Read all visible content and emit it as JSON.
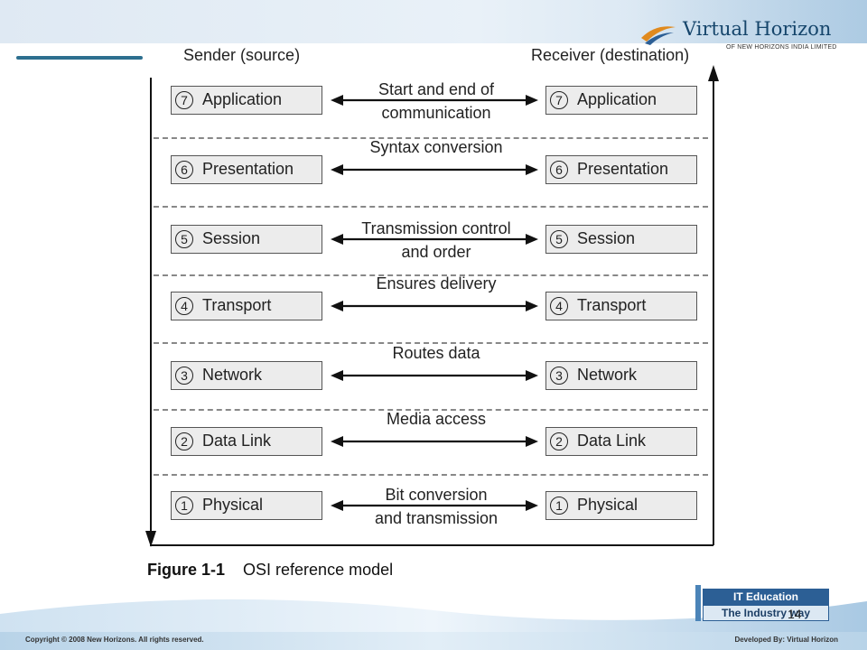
{
  "branding": {
    "logo_title": "Virtual Horizon",
    "logo_subtitle": "OF NEW HORIZONS INDIA LIMITED",
    "badge_line1": "IT Education",
    "badge_line2": "The Industry way",
    "accent_color": "#2d6f8f",
    "badge_color": "#2c5f95"
  },
  "diagram": {
    "sender_label": "Sender (source)",
    "receiver_label": "Receiver (destination)",
    "layers": [
      {
        "num": "7",
        "name": "Application",
        "function": [
          "Start and end of",
          "communication"
        ]
      },
      {
        "num": "6",
        "name": "Presentation",
        "function": [
          "Syntax conversion"
        ]
      },
      {
        "num": "5",
        "name": "Session",
        "function": [
          "Transmission control",
          "and order"
        ]
      },
      {
        "num": "4",
        "name": "Transport",
        "function": [
          "Ensures delivery"
        ]
      },
      {
        "num": "3",
        "name": "Network",
        "function": [
          "Routes data"
        ]
      },
      {
        "num": "2",
        "name": "Data Link",
        "function": [
          "Media access"
        ]
      },
      {
        "num": "1",
        "name": "Physical",
        "function": [
          "Bit conversion",
          "and transmission"
        ]
      }
    ],
    "figure_number": "Figure 1-1",
    "figure_caption": "OSI reference model"
  },
  "footer": {
    "copyright": "Copyright © 2008 New Horizons. All rights reserved.",
    "developed_by": "Developed By: Virtual Horizon",
    "slide_number": "14"
  }
}
